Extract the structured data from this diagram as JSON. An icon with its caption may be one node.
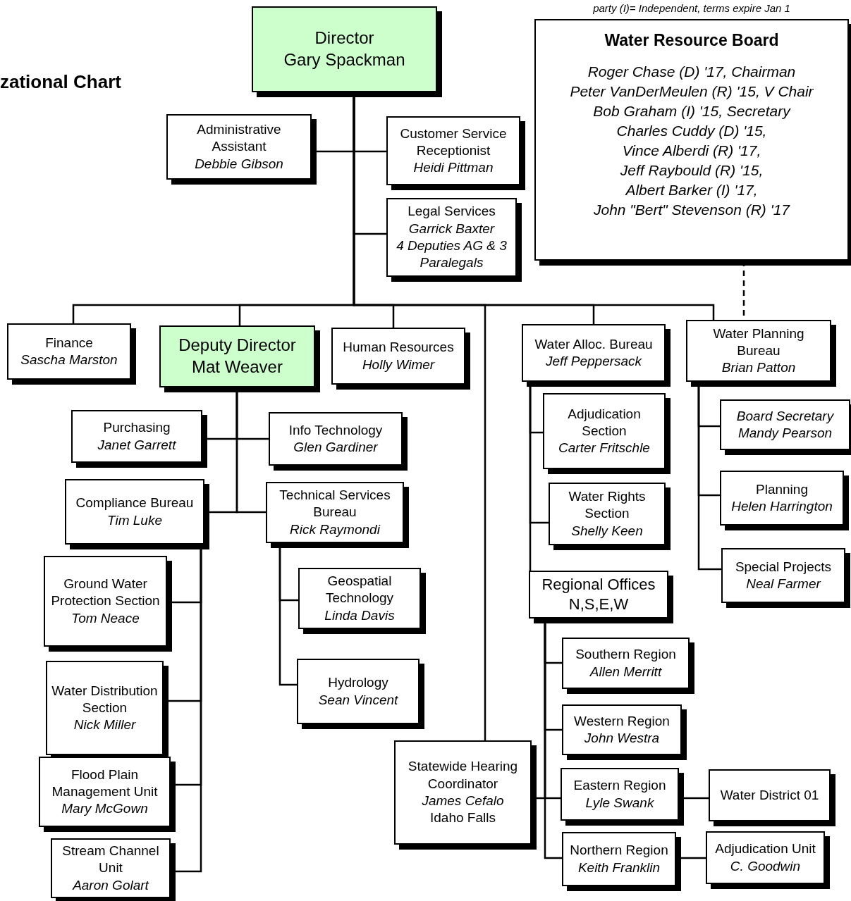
{
  "diagram": {
    "title": "zational Chart",
    "nodes": [
      {
        "text": [
          "Director",
          "Gary Spackman"
        ]
      },
      {
        "text": [
          "Water Resource Board",
          "Roger Chase (D) '17, Chairman",
          "Peter VanDerMeulen (R) '15, V Chair",
          "Bob Graham (I) '15, Secretary",
          "Charles Cuddy (D) '15,",
          "Vince Alberdi (R) '17,",
          "Jeff Raybould (R) '15,",
          "Albert Barker (I) '17,",
          "John \"Bert\" Stevenson (R) '17"
        ],
        "beside": [
          "party (I)= Independent, terms expire Jan 1"
        ]
      },
      {
        "text": [
          "Administrative Assistant",
          "Debbie Gibson"
        ]
      },
      {
        "text": [
          "Customer Service Receptionist",
          "Heidi Pittman"
        ]
      },
      {
        "text": [
          "Legal Services",
          "Garrick Baxter",
          "4 Deputies AG & 3 Paralegals"
        ]
      },
      {
        "text": [
          "Finance",
          "Sascha Marston"
        ]
      },
      {
        "text": [
          "Deputy Director",
          "Mat Weaver"
        ]
      },
      {
        "text": [
          "Human Resources",
          "Holly Wimer"
        ]
      },
      {
        "text": [
          "Water Alloc. Bureau",
          "Jeff Peppersack"
        ]
      },
      {
        "text": [
          "Water Planning Bureau",
          "Brian Patton"
        ]
      },
      {
        "text": [
          "Purchasing",
          "Janet Garrett"
        ]
      },
      {
        "text": [
          "Info Technology",
          "Glen Gardiner"
        ]
      },
      {
        "text": [
          "Compliance Bureau",
          "Tim Luke"
        ]
      },
      {
        "text": [
          "Technical Services Bureau",
          "Rick Raymondi"
        ]
      },
      {
        "text": [
          "Ground Water Protection Section",
          "Tom Neace"
        ]
      },
      {
        "text": [
          "Water Distribution Section",
          "Nick Miller"
        ]
      },
      {
        "text": [
          "Flood Plain Management Unit",
          "Mary McGown"
        ]
      },
      {
        "text": [
          "Stream Channel Unit",
          "Aaron Golart"
        ]
      },
      {
        "text": [
          "Geospatial Technology",
          "Linda Davis"
        ]
      },
      {
        "text": [
          "Hydrology",
          "Sean Vincent"
        ]
      },
      {
        "text": [
          "Adjudication Section",
          "Carter Fritschle"
        ]
      },
      {
        "text": [
          "Water Rights Section",
          "Shelly Keen"
        ]
      },
      {
        "text": [
          "Regional Offices",
          "N,S,E,W"
        ]
      },
      {
        "text": [
          "Board Secretary",
          "Mandy Pearson"
        ]
      },
      {
        "text": [
          "Planning",
          "Helen Harrington"
        ]
      },
      {
        "text": [
          "Special Projects",
          "Neal Farmer"
        ]
      },
      {
        "text": [
          "Southern Region",
          "Allen Merritt"
        ]
      },
      {
        "text": [
          "Western Region",
          "John Westra"
        ]
      },
      {
        "text": [
          "Statewide Hearing Coordinator",
          "James Cefalo",
          "Idaho Falls"
        ]
      },
      {
        "text": [
          "Eastern Region",
          "Lyle Swank"
        ]
      },
      {
        "text": [
          "Water District 01"
        ]
      },
      {
        "text": [
          "Northern Region",
          "Keith Franklin"
        ]
      },
      {
        "text": [
          "Adjudication Unit",
          "C. Goodwin"
        ]
      }
    ],
    "edges": [
      {
        "from": 0,
        "to": 2,
        "arrow": "none"
      },
      {
        "from": 0,
        "to": 3,
        "arrow": "none"
      },
      {
        "from": 0,
        "to": 4,
        "arrow": "none"
      },
      {
        "from": 0,
        "to": 5,
        "arrow": "none"
      },
      {
        "from": 0,
        "to": 6,
        "arrow": "none"
      },
      {
        "from": 0,
        "to": 7,
        "arrow": "none"
      },
      {
        "from": 0,
        "to": 28,
        "arrow": "none"
      },
      {
        "from": 0,
        "to": 8,
        "arrow": "none"
      },
      {
        "from": 0,
        "to": 9,
        "arrow": "none"
      },
      {
        "from": 1,
        "to": 9,
        "arrow": "none",
        "style": "dashed"
      },
      {
        "from": 6,
        "to": 10,
        "arrow": "none"
      },
      {
        "from": 6,
        "to": 11,
        "arrow": "none"
      },
      {
        "from": 6,
        "to": 12,
        "arrow": "none"
      },
      {
        "from": 6,
        "to": 13,
        "arrow": "none"
      },
      {
        "from": 12,
        "to": 14,
        "arrow": "none"
      },
      {
        "from": 12,
        "to": 15,
        "arrow": "none"
      },
      {
        "from": 12,
        "to": 16,
        "arrow": "none"
      },
      {
        "from": 12,
        "to": 17,
        "arrow": "none"
      },
      {
        "from": 13,
        "to": 18,
        "arrow": "none"
      },
      {
        "from": 13,
        "to": 19,
        "arrow": "none"
      },
      {
        "from": 8,
        "to": 20,
        "arrow": "none"
      },
      {
        "from": 8,
        "to": 21,
        "arrow": "none"
      },
      {
        "from": 8,
        "to": 22,
        "arrow": "none"
      },
      {
        "from": 9,
        "to": 23,
        "arrow": "none"
      },
      {
        "from": 9,
        "to": 24,
        "arrow": "none"
      },
      {
        "from": 9,
        "to": 25,
        "arrow": "none"
      },
      {
        "from": 22,
        "to": 26,
        "arrow": "none"
      },
      {
        "from": 22,
        "to": 27,
        "arrow": "none"
      },
      {
        "from": 22,
        "to": 28,
        "arrow": "none"
      },
      {
        "from": 22,
        "to": 29,
        "arrow": "none"
      },
      {
        "from": 22,
        "to": 31,
        "arrow": "none"
      },
      {
        "from": 29,
        "to": 30,
        "arrow": "none"
      },
      {
        "from": 31,
        "to": 32,
        "arrow": "none"
      }
    ]
  }
}
